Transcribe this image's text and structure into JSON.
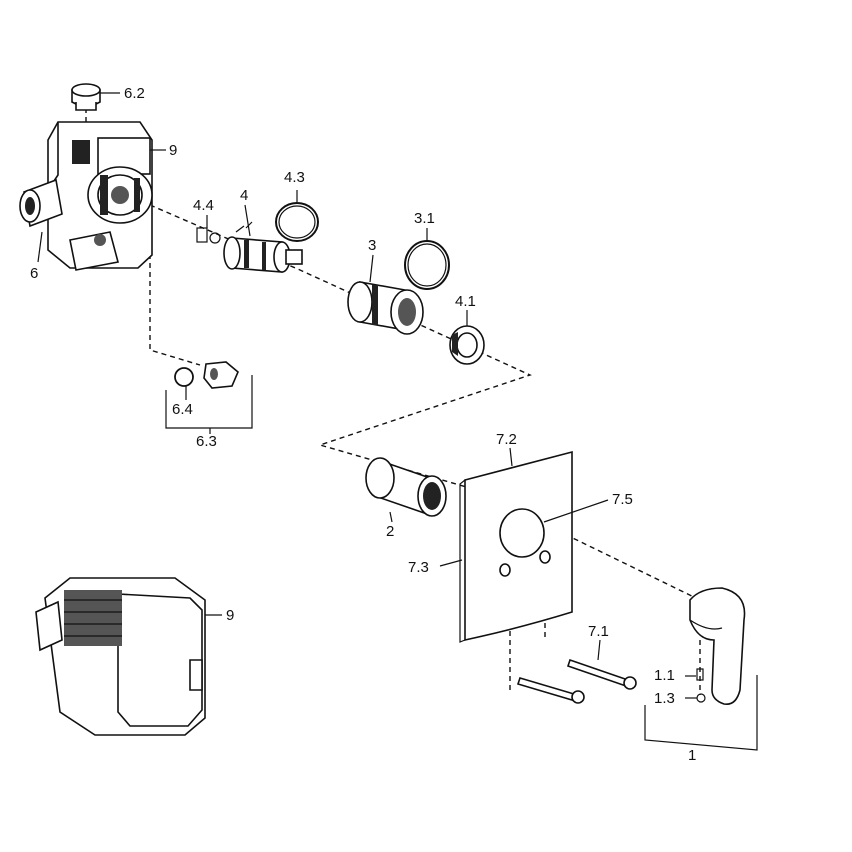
{
  "diagram": {
    "labels": {
      "cap_6_2": "6.2",
      "body_9_top": "9",
      "body_6": "6",
      "ring_4_3": "4.3",
      "part_4_4": "4.4",
      "cartridge_4": "4",
      "oring_3_1": "3.1",
      "sleeve_3": "3",
      "nut_4_1": "4.1",
      "oring_6_4": "6.4",
      "plug_6_3": "6.3",
      "plate_7_2": "7.2",
      "hole_7_5": "7.5",
      "sleeve_2": "2",
      "plate_7_3": "7.3",
      "screws_7_1": "7.1",
      "pin_1_1": "1.1",
      "screw_1_3": "1.3",
      "handle_1": "1",
      "box_9_bottom": "9"
    }
  }
}
